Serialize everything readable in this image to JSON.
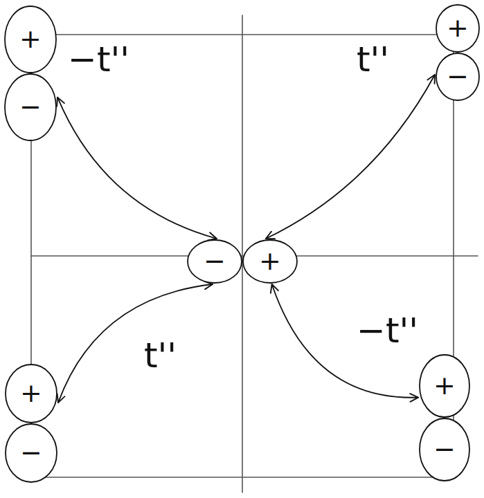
{
  "diagram": {
    "nodes": [
      {
        "text": [
          "+",
          "−"
        ]
      },
      {
        "text": [
          "+",
          "−"
        ]
      },
      {
        "text": [
          "−",
          "+"
        ]
      },
      {
        "text": [
          "+",
          "−"
        ]
      },
      {
        "text": [
          "+",
          "−"
        ]
      }
    ],
    "edges": [
      {
        "from": 0,
        "to": 2,
        "arrow": "both",
        "label": "−t''"
      },
      {
        "from": 1,
        "to": 2,
        "arrow": "both",
        "label": "t''"
      },
      {
        "from": 3,
        "to": 2,
        "arrow": "both",
        "label": "t''"
      },
      {
        "from": 4,
        "to": 2,
        "arrow": "both",
        "label": "−t''"
      }
    ]
  }
}
